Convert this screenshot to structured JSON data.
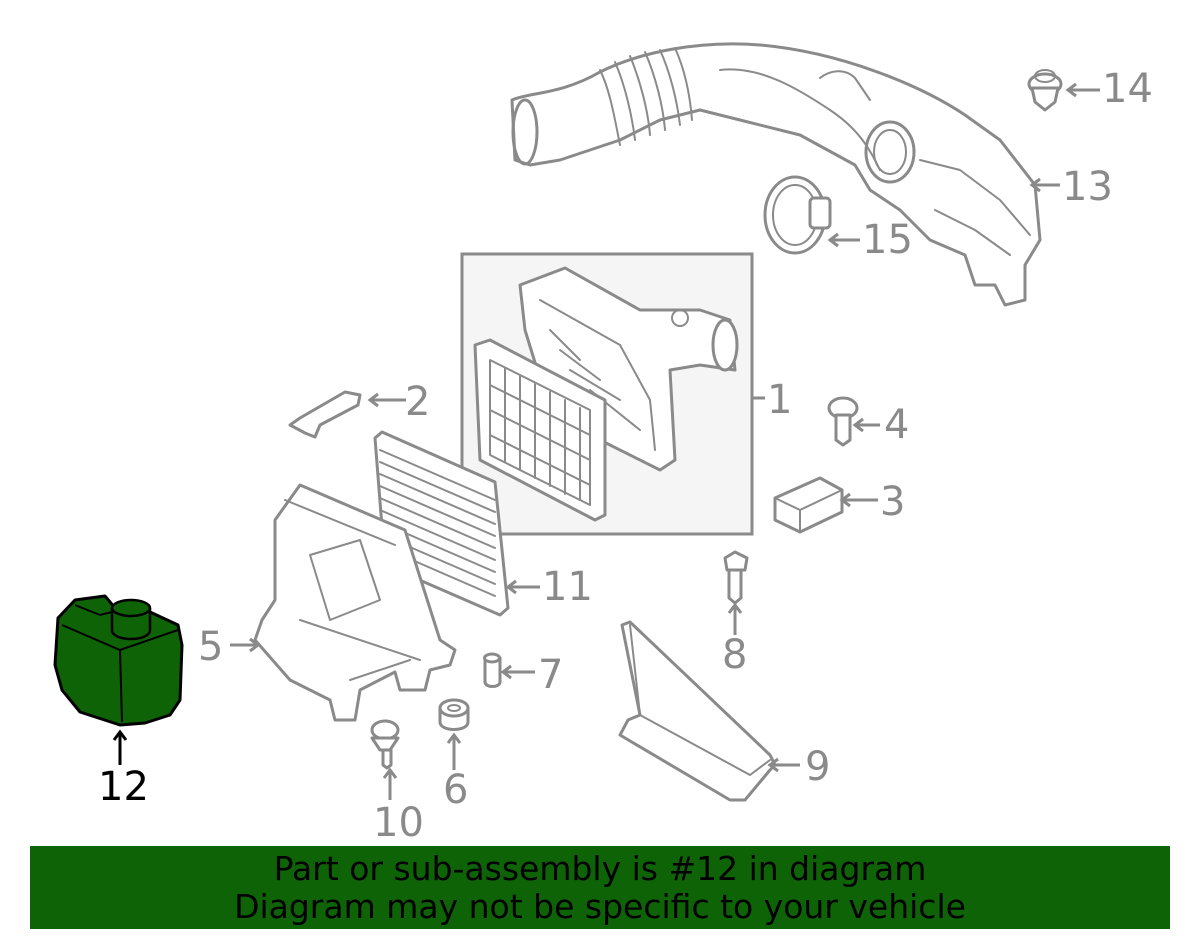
{
  "colors": {
    "line": "#8a8a8a",
    "highlight_fill": "#0f6307",
    "highlight_text": "#000000",
    "banner_bg": "#0f6307",
    "background": "#ffffff"
  },
  "callouts": {
    "c1": "1",
    "c2": "2",
    "c3": "3",
    "c4": "4",
    "c5": "5",
    "c6": "6",
    "c7": "7",
    "c8": "8",
    "c9": "9",
    "c10": "10",
    "c11": "11",
    "c12": "12",
    "c13": "13",
    "c14": "14",
    "c15": "15"
  },
  "highlighted_part": "12",
  "banner": {
    "line1": "Part or sub-assembly is #12 in diagram",
    "line2": "Diagram may not be specific to your vehicle"
  }
}
